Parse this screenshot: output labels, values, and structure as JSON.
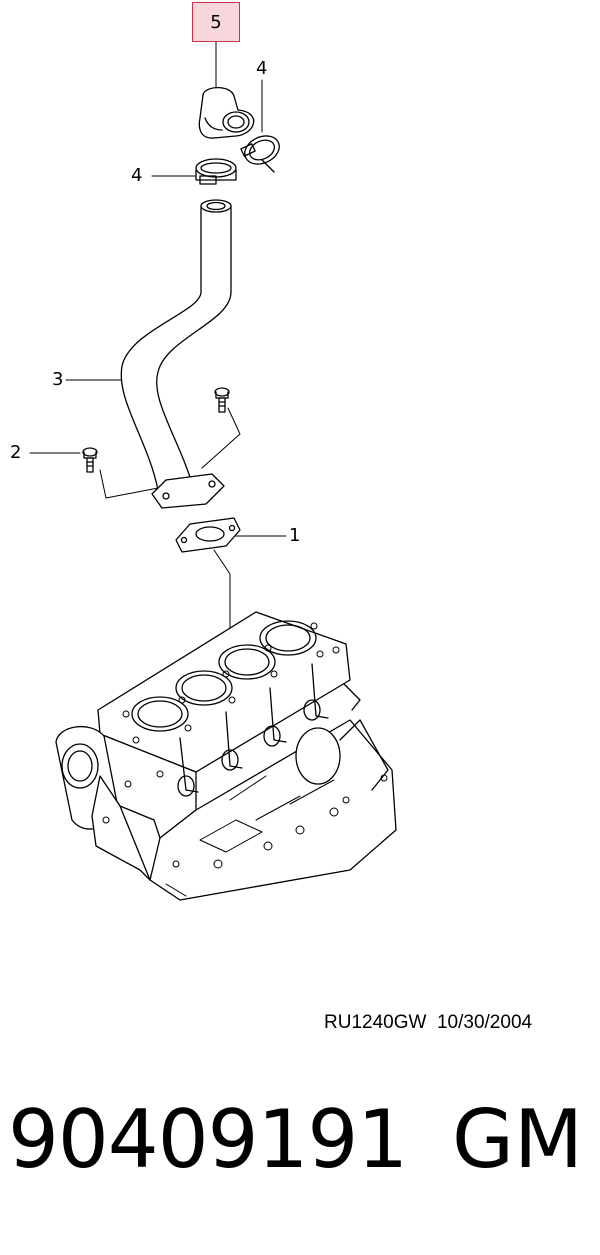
{
  "callouts": {
    "highlighted": "5",
    "clamp_upper": "4",
    "clamp_lower": "4",
    "pipe": "3",
    "bolt": "2",
    "gasket": "1"
  },
  "drawing": {
    "code": "RU1240GW  10/30/2004"
  },
  "part": {
    "number": "90409191",
    "brand": "GM"
  },
  "colors": {
    "highlight_fill": "#f7d6dc",
    "highlight_border": "#c8304a",
    "line": "#000000"
  }
}
